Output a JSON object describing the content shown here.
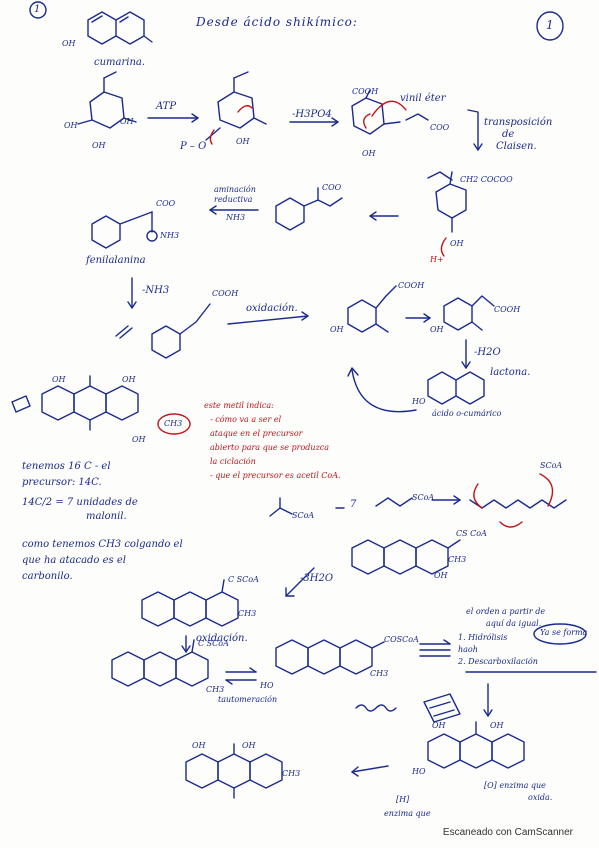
{
  "page": {
    "number_left": "1",
    "number_right": "1",
    "title": "Desde ácido shikímico:"
  },
  "top": {
    "cumarina_label": "cumarina.",
    "cumarina_oh": "OH",
    "atp": "ATP",
    "minus_h3po4": "-H3PO4",
    "vinil_eter": "vinil éter",
    "transposicion": "transposición",
    "de": "de",
    "claisen": "Claisen.",
    "cooh": "COOH",
    "coo": "COO",
    "ch2cooh": "CH2 COCOO",
    "h_plus": "H+",
    "p_o": "P – O",
    "oh": "OH",
    "aminacion": "aminación",
    "reductiva": "reductiva",
    "nh3": "NH3",
    "fenilalanina": "fenilalanina",
    "nh3_plus": "NH3",
    "minus_nh3": "-NH3",
    "oxidacion": "oxidación.",
    "minus_h2o": "-H2O",
    "lactona": "lactona.",
    "acido_o_cumarico": "ácido o-cumárico",
    "ho": "HO"
  },
  "middle": {
    "ch3": "CH3",
    "red_note_1": "este metil indica:",
    "red_note_2": "- cómo va a ser el",
    "red_note_3": "ataque en el precursor",
    "red_note_4": "abierto para que se produzca",
    "red_note_5": "la ciclación",
    "red_note_6": "- que el precursor es acetil CoA.",
    "tenemos_1": "tenemos 16 C - el",
    "tenemos_2": "precursor: 14C.",
    "calc_1": "14C/2 = 7 unidades de",
    "calc_2": "malonil.",
    "como_1": "como tenemos CH3 colgando el",
    "como_2": "que ha atacado es el",
    "como_3": "carbonilo.",
    "scoa": "SCoA",
    "seven": "7",
    "minus_3h2o": "-3H2O",
    "cs_coa": "CS CoA",
    "scoa2": "SCoA"
  },
  "bottom": {
    "cscoa": "C SCoA",
    "oxidacion2": "oxidación.",
    "cscoa2": "C SCoA",
    "tautomeracion": "tautomeración",
    "coscoa": "COSCoA",
    "orden_1": "el orden a partir de",
    "orden_2": "aquí da igual.",
    "paso_1": "1. Hidrólisis",
    "paso_1b": "haoh",
    "boxed": "Ya se forma",
    "paso_2": "2. Descarboxilación",
    "h_label": "[H]",
    "enzima": "enzima que",
    "o_label": "[O] enzima que",
    "oxida": "oxida.",
    "footer": "Escaneado con CamScanner"
  }
}
